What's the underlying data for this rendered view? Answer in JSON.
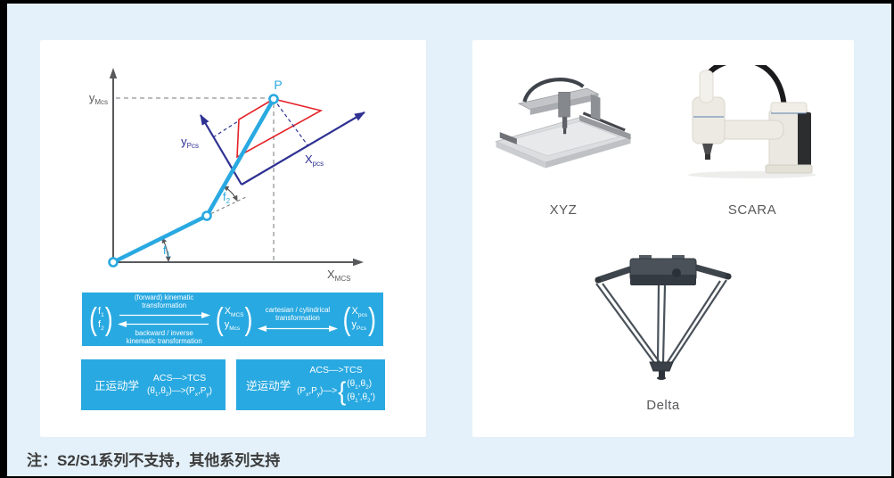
{
  "colors": {
    "background": "#e4f1fa",
    "panel": "#ffffff",
    "cyan_accent": "#29a9e1",
    "navy": "#2e3192",
    "red": "#e32228",
    "gray": "#58595b"
  },
  "syntax": {
    "lparen": "(",
    "rparen": ")",
    "lbrace": "{"
  },
  "diagram": {
    "p_label": "P",
    "y_mcs": {
      "base": "y",
      "sub": "Mcs"
    },
    "x_mcs": {
      "base": "X",
      "sub": "MCS"
    },
    "y_pcs": {
      "base": "y",
      "sub": "Pcs"
    },
    "x_pcs": {
      "base": "X",
      "sub": "pcs"
    },
    "f1": {
      "base": "f",
      "sub": "1"
    },
    "f2": {
      "base": "f",
      "sub": "2"
    }
  },
  "transform_box": {
    "forward_label_1": "(forward) kinematic",
    "forward_label_2": "transformation",
    "backward_label_1": "backward / inverse",
    "backward_label_2": "kinematic transformation",
    "cartesian_label_1": "cartesian / cylindrical",
    "cartesian_label_2": "transformation",
    "vec_f": {
      "r1b": "f",
      "r1s": "1",
      "r2b": "f",
      "r2s": "2"
    },
    "vec_mcs": {
      "r1b": "X",
      "r1s": "MCS",
      "r2b": "y",
      "r2s": "Mcs"
    },
    "vec_pcs": {
      "r1b": "X",
      "r1s": "pcs",
      "r2b": "y",
      "r2s": "Pcs"
    }
  },
  "kinematics": {
    "forward": {
      "title": "正运动学",
      "line1": "ACS—>TCS",
      "f": {
        "s1": "(θ",
        "s2": "1",
        "s3": ",θ",
        "s4": "2",
        "s5": ")—>(P",
        "s6": "x",
        "s7": ",P",
        "s8": "y",
        "s9": ")"
      }
    },
    "inverse": {
      "title": "逆运动学",
      "line1": "ACS—>TCS",
      "lhs": {
        "s1": "(P",
        "s2": "x",
        "s3": ",P",
        "s4": "y",
        "s5": ")—>"
      },
      "opt1": {
        "s1": "(θ",
        "s2": "1",
        "s3": ",θ",
        "s4": "2",
        "s5": ")"
      },
      "opt2": {
        "s1": "(θ",
        "s2": "1",
        "s3": "',θ",
        "s4": "2",
        "s5": "')"
      }
    }
  },
  "robots": {
    "xyz": {
      "label": "XYZ"
    },
    "scara": {
      "label": "SCARA"
    },
    "delta": {
      "label": "Delta"
    }
  },
  "note": {
    "text": "注：S2/S1系列不支持，其他系列支持"
  }
}
